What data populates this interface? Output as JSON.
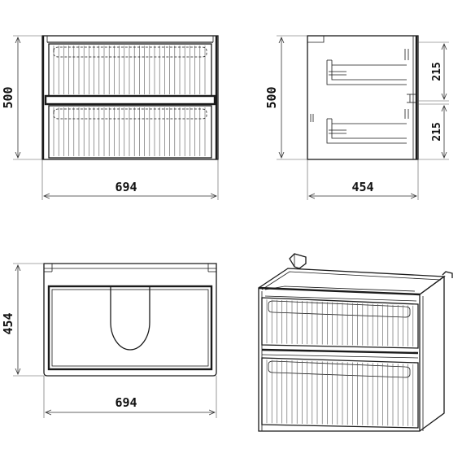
{
  "drawing": {
    "front_view": {
      "width_label": "694",
      "height_label": "500"
    },
    "side_view": {
      "depth_label": "454",
      "height_label": "500",
      "drawer_top_label": "215",
      "drawer_bottom_label": "215"
    },
    "top_view": {
      "width_label": "694",
      "depth_label": "454"
    },
    "iso_view": {}
  }
}
